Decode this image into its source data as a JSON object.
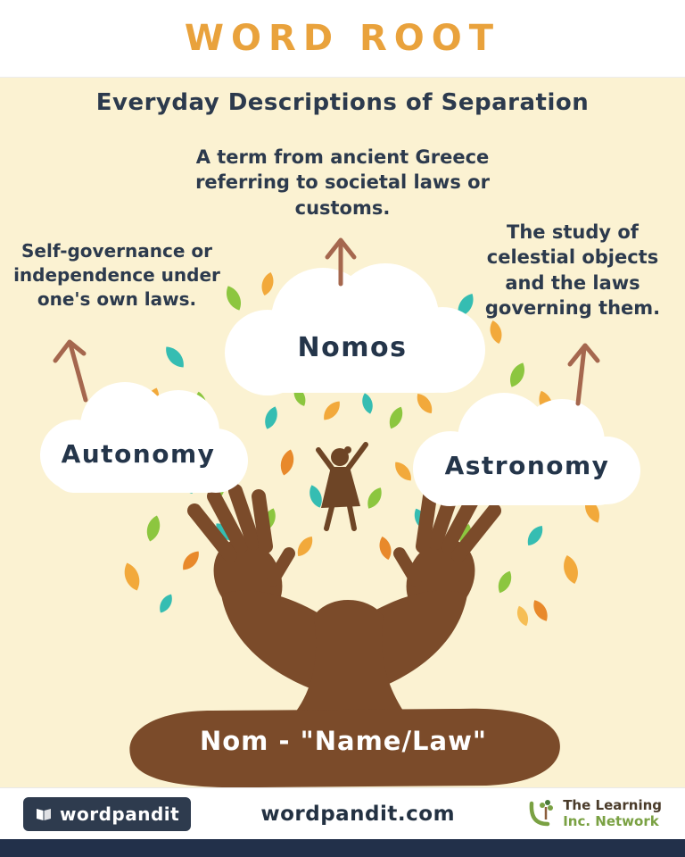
{
  "header": {
    "title": "WORD ROOT"
  },
  "main": {
    "title": "Everyday Descriptions of Separation",
    "clouds": [
      {
        "label": "Nomos",
        "description": "A term from ancient Greece referring to societal laws or customs."
      },
      {
        "label": "Autonomy",
        "description": "Self-governance or independence under one's own laws."
      },
      {
        "label": "Astronomy",
        "description": "The study of celestial objects and the laws governing them."
      }
    ],
    "root_label": "Nom - \"Name/Law\""
  },
  "footer": {
    "brand_badge": "wordpandit",
    "site": "wordpandit.com",
    "partner_line1": "The Learning",
    "partner_line2": "Inc. Network"
  },
  "icons": {
    "brand_icon": "open-book-icon",
    "partner_icon": "person-tree-icon",
    "arrow_icon": "up-arrow-icon"
  },
  "colors": {
    "accent_orange": "#E9A23C",
    "navy_text": "#2C3A4D",
    "cream_background": "#FBF2D2",
    "hand_brown": "#7B4B2A",
    "arrow_brown": "#A5674E",
    "leaf_orange": "#F2A93B",
    "leaf_dark_orange": "#E8892B",
    "leaf_teal": "#35BDB2",
    "leaf_green": "#8CC63F",
    "footer_strip_navy": "#22304A",
    "partner_green": "#7AA143"
  }
}
